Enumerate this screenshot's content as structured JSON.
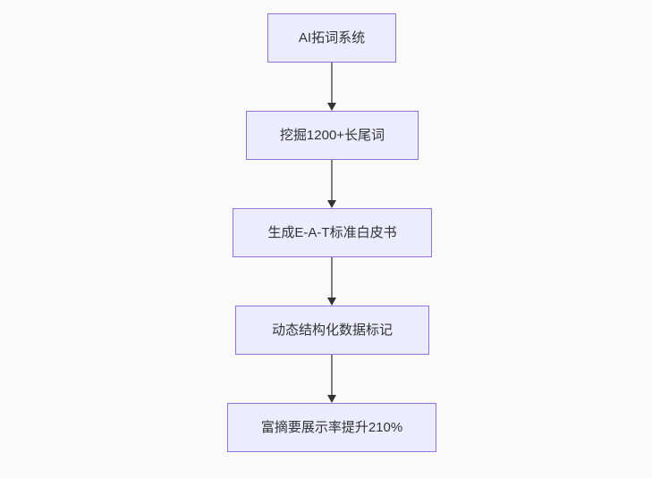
{
  "diagram": {
    "type": "flowchart",
    "direction": "top-to-bottom",
    "nodes": [
      {
        "id": "n0",
        "label": "AI拓词系统"
      },
      {
        "id": "n1",
        "label": "挖掘1200+长尾词"
      },
      {
        "id": "n2",
        "label": "生成E-A-T标准白皮书"
      },
      {
        "id": "n3",
        "label": "动态结构化数据标记"
      },
      {
        "id": "n4",
        "label": "富摘要展示率提升210%"
      }
    ],
    "edges": [
      {
        "from": "n0",
        "to": "n1",
        "style": "arrow"
      },
      {
        "from": "n1",
        "to": "n2",
        "style": "arrow"
      },
      {
        "from": "n2",
        "to": "n3",
        "style": "arrow"
      },
      {
        "from": "n3",
        "to": "n4",
        "style": "arrow"
      }
    ],
    "colors": {
      "background": "#fafafa",
      "node_fill": "#ECECFF",
      "node_border": "#9370DB",
      "edge_line": "#808080",
      "arrowhead": "#333333",
      "text": "#333333"
    }
  }
}
